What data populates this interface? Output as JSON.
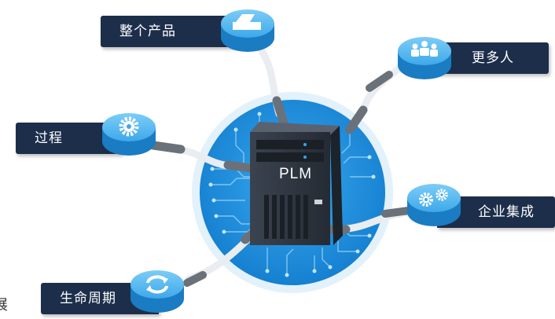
{
  "diagram": {
    "center": {
      "label": "PLM",
      "icon": "server-icon"
    },
    "nodes": [
      {
        "id": "whole-product",
        "label": "整个产品",
        "icon": "document-tray-icon"
      },
      {
        "id": "more-people",
        "label": "更多人",
        "icon": "people-group-icon"
      },
      {
        "id": "process",
        "label": "过程",
        "icon": "gear-icon"
      },
      {
        "id": "enterprise-integration",
        "label": "企业集成",
        "icon": "gears-icon"
      },
      {
        "id": "lifecycle",
        "label": "生命周期",
        "icon": "refresh-cycle-icon"
      }
    ],
    "footnote": "展"
  },
  "colors": {
    "label_bg": "#1c2e4a",
    "node_blue": "#1f8fd8",
    "node_light": "#5bbcf0",
    "circle_blue": "#1a8ee0",
    "server_dark": "#2e3440"
  }
}
